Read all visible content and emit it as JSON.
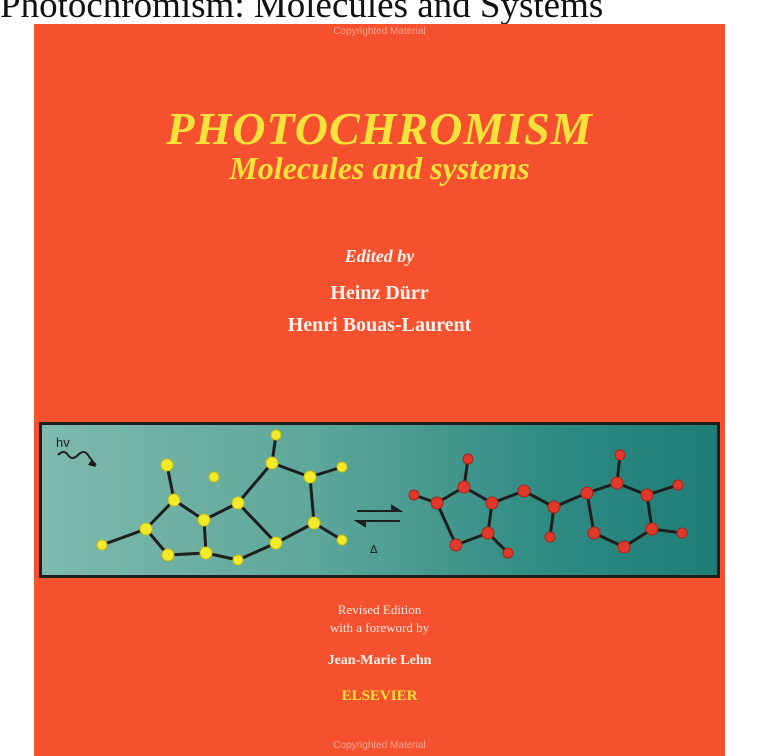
{
  "header": {
    "banner_text": "Photochromism: Molecules and Systems"
  },
  "cover": {
    "watermark_top": "Copyrighted Material",
    "title": "PHOTOCHROMISM",
    "subtitle": "Molecules and systems",
    "edited_by": "Edited by",
    "editors": [
      "Heinz Dürr",
      "Henri Bouas-Laurent"
    ],
    "edition_line1": "Revised Edition",
    "edition_line2": "with a foreword by",
    "foreword_author": "Jean-Marie Lehn",
    "publisher": "ELSEVIER",
    "watermark_bottom": "Copyrighted Material"
  },
  "illustration": {
    "hv_label": "hv",
    "delta_label": "Δ",
    "left_atom_color": "#f2ea2a",
    "right_atom_color": "#e0392b",
    "bond_color": "#1e1e1e"
  }
}
